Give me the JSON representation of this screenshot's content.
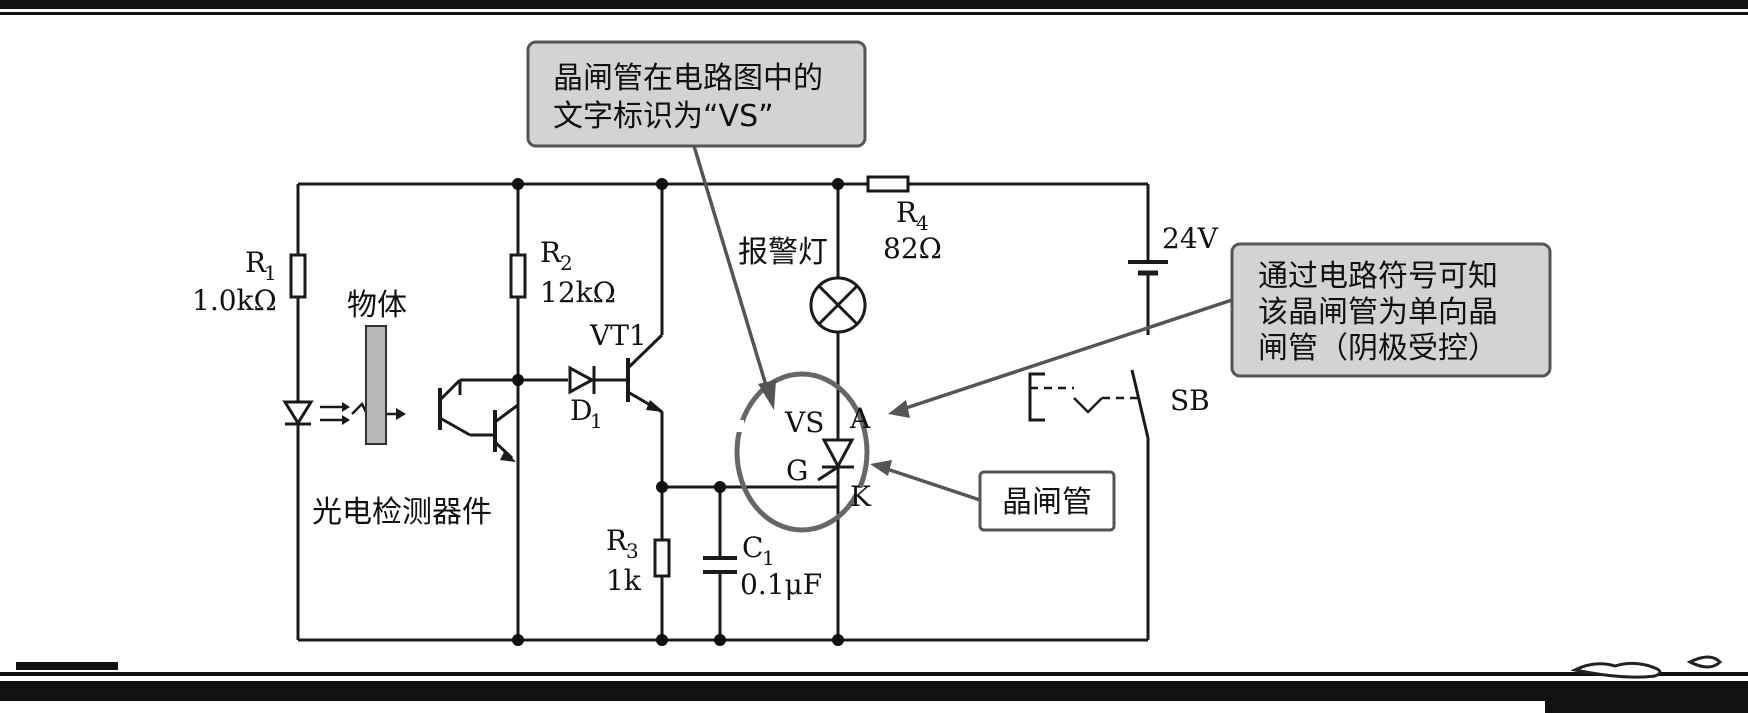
{
  "callouts": {
    "top_line1": "晶闸管在电路图中的",
    "top_line2": "文字标识为“VS”",
    "right_line1": "通过电路符号可知",
    "right_line2": "该晶闸管为单向晶",
    "right_line3": "闸管（阴极受控）",
    "bottom": "晶闸管"
  },
  "components": {
    "r1": {
      "name": "R",
      "sub": "1",
      "value": "1.0kΩ"
    },
    "r2": {
      "name": "R",
      "sub": "2",
      "value": "12kΩ"
    },
    "r3": {
      "name": "R",
      "sub": "3",
      "value": "1k"
    },
    "r4": {
      "name": "R",
      "sub": "4",
      "value": "82Ω"
    },
    "c1": {
      "name": "C",
      "sub": "1",
      "value": "0.1μF"
    },
    "d1": {
      "name": "D",
      "sub": "1"
    },
    "vt1": "VT1",
    "vs": "VS",
    "anode": "A",
    "gate": "G",
    "cathode": "K",
    "lamp": "报警灯",
    "battery": "24V",
    "switch": "SB",
    "object": "物体",
    "sensor": "光电检测器件"
  },
  "colors": {
    "line": "#1a1a1a",
    "callout_fill": "#d3d3d3",
    "callout_stroke": "#555555"
  }
}
